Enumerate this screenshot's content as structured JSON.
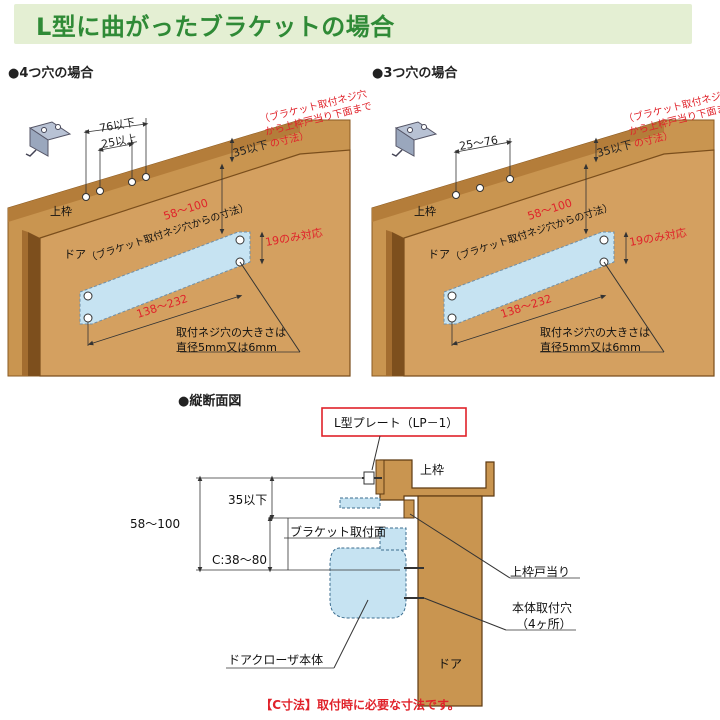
{
  "title": "L型に曲がったブラケットの場合",
  "left": {
    "heading": "●4つ穴の場合",
    "dim_76": "76以下",
    "dim_25": "25以上",
    "dim_35": "35以下",
    "note_line1": "（ブラケット取付ネジ穴",
    "note_line2": "から上枠戸当り下面まで",
    "note_line3": "の寸法）",
    "dim_58": "58～100",
    "bracket_note": "（ブラケット取付ネジ穴からの寸法）",
    "label_frame": "上枠",
    "label_door": "ドア",
    "dim_19": "19のみ対応",
    "dim_138": "138～232",
    "hole_line1": "取付ネジ穴の大きさは",
    "hole_line2": "直径5mm又は6mm"
  },
  "right": {
    "heading": "●3つ穴の場合",
    "dim_25": "25～76",
    "dim_35": "35以下",
    "note_line1": "（ブラケット取付ネジ穴",
    "note_line2": "から上枠戸当り下面まで",
    "note_line3": "の寸法）",
    "dim_58": "58～100",
    "bracket_note": "（ブラケット取付ネジ穴からの寸法）",
    "label_frame": "上枠",
    "label_door": "ドア",
    "dim_19": "19のみ対応",
    "dim_138": "138～232",
    "hole_line1": "取付ネジ穴の大きさは",
    "hole_line2": "直径5mm又は6mm"
  },
  "section": {
    "heading": "●縦断面図",
    "plate_label": "L型プレート（LP－1）",
    "label_frame": "上枠",
    "dim_35": "35以下",
    "dim_58": "58～100",
    "bracket_face": "ブラケット取付面",
    "dim_c": "C:38～80",
    "frame_stop": "上枠戸当り",
    "body_holes_line1": "本体取付穴",
    "body_holes_line2": "（4ヶ所）",
    "closer_body": "ドアクローザ本体",
    "label_door": "ドア"
  },
  "footer_note": "【C寸法】取付時に必要な寸法です。",
  "colors": {
    "title_green": "#2f8a36",
    "title_bg": "#e4efd3",
    "wood": "#c99550",
    "wood_dark": "#8a5a22",
    "plate_blue": "#c6e3f2",
    "red": "#e0222a"
  }
}
